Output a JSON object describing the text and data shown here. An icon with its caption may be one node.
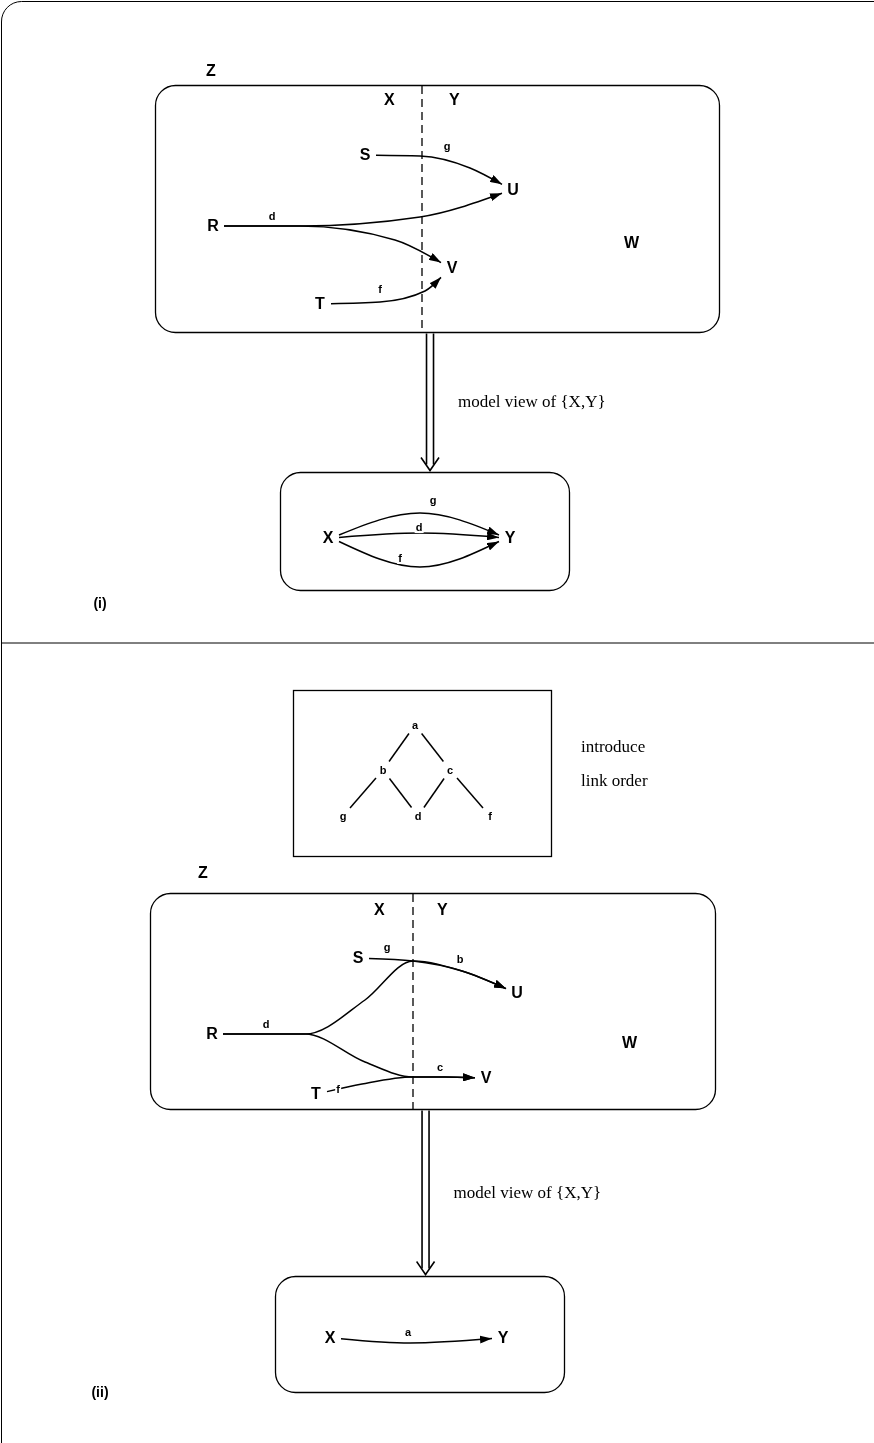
{
  "diagram": {
    "nodes": [
      {
        "text": [
          "Z",
          "X",
          "Y",
          "W"
        ]
      },
      {
        "text": [
          "S"
        ],
        "in": 0
      },
      {
        "text": [
          "R"
        ],
        "in": 0
      },
      {
        "text": [
          "T"
        ],
        "in": 0
      },
      {
        "text": [
          "U"
        ],
        "in": 0
      },
      {
        "text": [
          "V"
        ],
        "in": 0
      },
      {
        "text": [],
        "shape": "box"
      },
      {
        "text": [
          "X"
        ],
        "in": 6
      },
      {
        "text": [
          "Y"
        ],
        "in": 6
      },
      {
        "text": [],
        "shape": "box",
        "beside": [
          "introduce link order"
        ]
      },
      {
        "text": [
          "a"
        ],
        "in": 9
      },
      {
        "text": [
          "b"
        ],
        "in": 9
      },
      {
        "text": [
          "c"
        ],
        "in": 9
      },
      {
        "text": [
          "g"
        ],
        "in": 9
      },
      {
        "text": [
          "d"
        ],
        "in": 9
      },
      {
        "text": [
          "f"
        ],
        "in": 9
      },
      {
        "text": [
          "Z",
          "X",
          "Y",
          "W"
        ]
      },
      {
        "text": [
          "S"
        ],
        "in": 16
      },
      {
        "text": [
          "R"
        ],
        "in": 16
      },
      {
        "text": [
          "T"
        ],
        "in": 16
      },
      {
        "text": [
          "U"
        ],
        "in": 16
      },
      {
        "text": [
          "V"
        ],
        "in": 16
      },
      {
        "text": [],
        "shape": "box"
      },
      {
        "text": [
          "X"
        ],
        "in": 22
      },
      {
        "text": [
          "Y"
        ],
        "in": 22
      }
    ],
    "edges": [
      {
        "from": 1,
        "to": 4,
        "arrow": "to",
        "label": "g"
      },
      {
        "from": 2,
        "to": 4,
        "arrow": "to",
        "label": "d"
      },
      {
        "from": 2,
        "to": 5,
        "arrow": "to"
      },
      {
        "from": 3,
        "to": 5,
        "arrow": "to",
        "label": "f"
      },
      {
        "from": 0,
        "to": 6,
        "arrow": "to",
        "label": "model view of {X,Y}"
      },
      {
        "from": 7,
        "to": 8,
        "arrow": "to",
        "label": "g"
      },
      {
        "from": 7,
        "to": 8,
        "arrow": "to",
        "label": "d"
      },
      {
        "from": 7,
        "to": 8,
        "arrow": "to",
        "label": "f"
      },
      {
        "from": 10,
        "to": 11,
        "arrow": "none"
      },
      {
        "from": 10,
        "to": 12,
        "arrow": "none"
      },
      {
        "from": 11,
        "to": 13,
        "arrow": "none"
      },
      {
        "from": 11,
        "to": 14,
        "arrow": "none"
      },
      {
        "from": 12,
        "to": 14,
        "arrow": "none"
      },
      {
        "from": 12,
        "to": 15,
        "arrow": "none"
      },
      {
        "from": 17,
        "to": 20,
        "arrow": "to",
        "label": "g"
      },
      {
        "from": 18,
        "to": 20,
        "arrow": "to",
        "label": "d"
      },
      {
        "from": 18,
        "to": 21,
        "arrow": "to"
      },
      {
        "from": 19,
        "to": 21,
        "arrow": "to",
        "label": "f"
      },
      {
        "from": 16,
        "to": 22,
        "arrow": "to",
        "label": "model view of {X,Y}"
      },
      {
        "from": 23,
        "to": 24,
        "arrow": "to",
        "label": "a"
      }
    ],
    "labels": [
      "(i)",
      "b",
      "c",
      "(ii)"
    ]
  }
}
